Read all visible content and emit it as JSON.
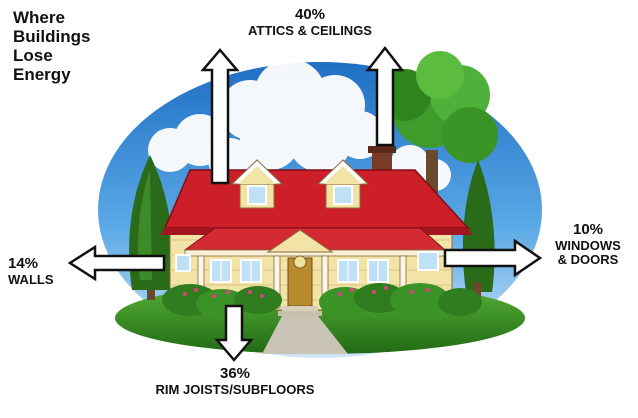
{
  "title_lines": [
    "Where",
    "Buildings",
    "Lose",
    "Energy"
  ],
  "labels": {
    "attics": {
      "percent": "40%",
      "text": "ATTICS & CEILINGS"
    },
    "windows": {
      "percent": "10%",
      "text_lines": [
        "WINDOWS",
        "& DOORS"
      ]
    },
    "walls": {
      "percent": "14%",
      "text": "WALLS"
    },
    "rim": {
      "percent": "36%",
      "text": "RIM JOISTS/SUBFLOORS"
    }
  },
  "colors": {
    "sky": "#3d8fd6",
    "roof": "#cc1f2a",
    "walls": "#f2e3a6",
    "grass": "#3e9a2a",
    "tree": "#2f7d1e",
    "arrow_fill": "#ffffff",
    "arrow_stroke": "#111111"
  }
}
